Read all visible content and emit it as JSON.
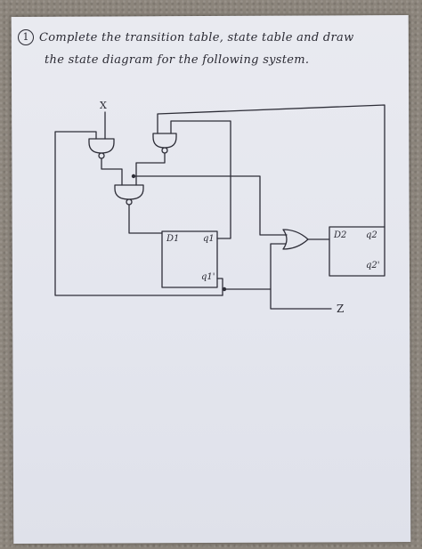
{
  "question": {
    "number": "1",
    "line1": "Complete the transition table, state table and draw",
    "line2": "the state diagram for the following system."
  },
  "circuit": {
    "input_label": "X",
    "output_label": "Z",
    "ff1": {
      "d_label": "D1",
      "q_label": "q1",
      "qbar_label": "q1'"
    },
    "ff2": {
      "d_label": "D2",
      "q_label": "q2",
      "qbar_label": "q2'"
    }
  }
}
